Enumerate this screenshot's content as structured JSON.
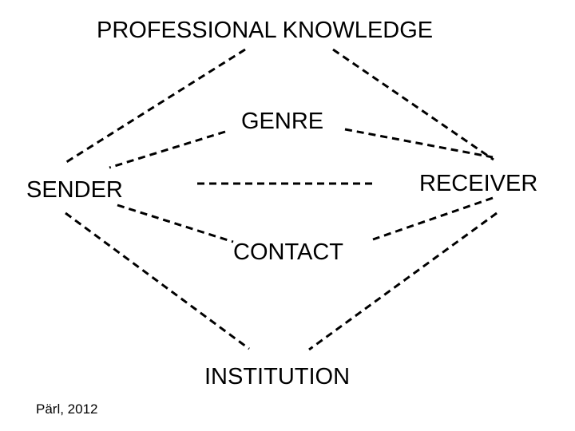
{
  "nodes": {
    "professional_knowledge": "PROFESSIONAL KNOWLEDGE",
    "genre": "GENRE",
    "sender": "SENDER",
    "receiver": "RECEIVER",
    "contact": "CONTACT",
    "institution": "INSTITUTION"
  },
  "credit": "Pärl, 2012",
  "colors": {
    "text": "#000000",
    "background": "#ffffff",
    "lines": "#000000"
  },
  "line_style": "dashed"
}
